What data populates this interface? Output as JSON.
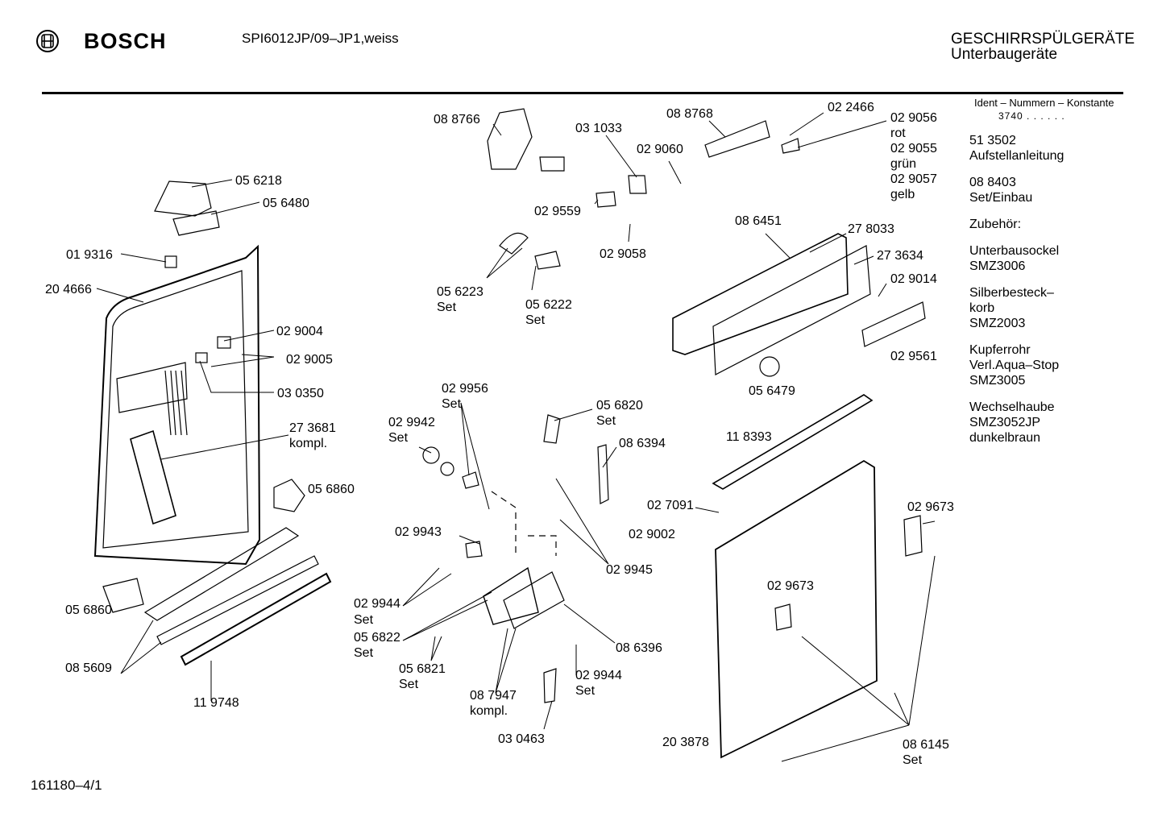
{
  "header": {
    "brand": "BOSCH",
    "model": "SPI6012JP/09–JP1,weiss",
    "category_line1": "GESCHIRRSPÜLGERÄTE",
    "category_line2": "Unterbaugeräte"
  },
  "footer": {
    "code": "161180–4/1"
  },
  "sidebar": {
    "ident": "Ident – Nummern – Konstante",
    "konstante": "3740 . . . . . .",
    "entries": [
      {
        "lines": [
          "51 3502",
          "Aufstellanleitung"
        ]
      },
      {
        "lines": [
          "08 8403",
          "Set/Einbau"
        ]
      },
      {
        "lines": [
          "Zubehör:"
        ]
      },
      {
        "lines": [
          "Unterbausockel",
          "SMZ3006"
        ]
      },
      {
        "lines": [
          "Silberbesteck–",
          "korb",
          "SMZ2003"
        ]
      },
      {
        "lines": [
          "Kupferrohr",
          "Verl.Aqua–Stop",
          "SMZ3005"
        ]
      },
      {
        "lines": [
          "Wechselhaube",
          "SMZ3052JP",
          "dunkelbraun"
        ]
      }
    ]
  },
  "labels": [
    "05 6218",
    "05 6480",
    "01 9316",
    "20 4666",
    "02 9004",
    "02 9005",
    "03 0350",
    "27 3681",
    "kompl.",
    "05 6860",
    "05 6860",
    "08 5609",
    "11 9748",
    "08 8766",
    "03 1033",
    "02 9060",
    "02 9559",
    "02 9058",
    "05 6223",
    "Set",
    "05 6222",
    "Set",
    "08 8768",
    "02 2466",
    "02 9056",
    "rot",
    "02 9055",
    "grün",
    "02 9057",
    "gelb",
    "08 6451",
    "27 8033",
    "27 3634",
    "02 9014",
    "02 9561",
    "05 6479",
    "02 9956",
    "Set",
    "02 9942",
    "Set",
    "05 6820",
    "Set",
    "08 6394",
    "11 8393",
    "02 7091",
    "02 9002",
    "02 9673",
    "02 9943",
    "02 9945",
    "02 9673",
    "02 9944",
    "Set",
    "05 6822",
    "Set",
    "05 6821",
    "Set",
    "08 6396",
    "02 9944",
    "Set",
    "08 7947",
    "kompl.",
    "03 0463",
    "20 3878",
    "08 6145",
    "Set"
  ]
}
